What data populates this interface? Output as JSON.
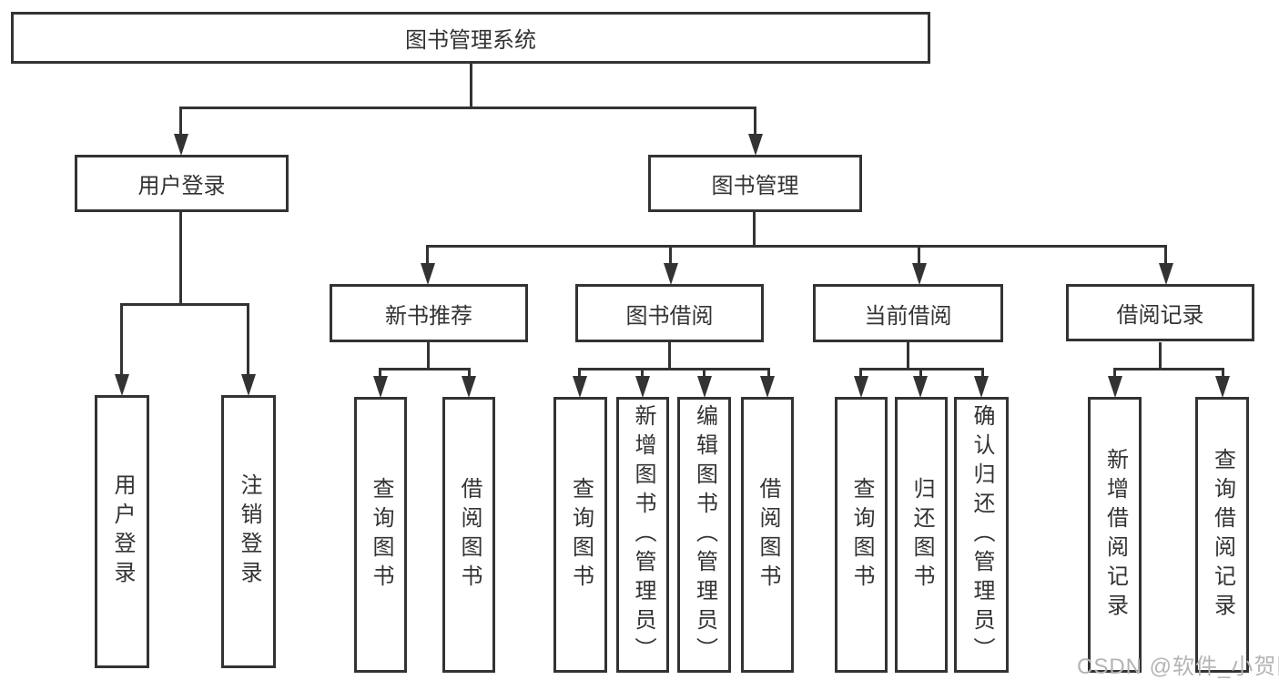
{
  "colors": {
    "line": "#333333",
    "text": "#333333",
    "watermark": "#b4b4b4",
    "background": "#ffffff"
  },
  "watermark": {
    "text": "CSDN @软件_小贺同学"
  },
  "diagram": {
    "type": "hierarchy-tree",
    "root": {
      "label": "图书管理系统"
    },
    "branches": [
      {
        "label": "用户登录",
        "children": [
          {
            "label": "用户登录"
          },
          {
            "label": "注销登录"
          }
        ]
      },
      {
        "label": "图书管理",
        "children": [
          {
            "label": "新书推荐",
            "children": [
              {
                "label": "查询图书"
              },
              {
                "label": "借阅图书"
              }
            ]
          },
          {
            "label": "图书借阅",
            "children": [
              {
                "label": "查询图书"
              },
              {
                "label": "新增图书（管理员）"
              },
              {
                "label": "编辑图书（管理员）"
              },
              {
                "label": "借阅图书"
              }
            ]
          },
          {
            "label": "当前借阅",
            "children": [
              {
                "label": "查询图书"
              },
              {
                "label": "归还图书"
              },
              {
                "label": "确认归还（管理员）"
              }
            ]
          },
          {
            "label": "借阅记录",
            "children": [
              {
                "label": "新增借阅记录"
              },
              {
                "label": "查询借阅记录"
              }
            ]
          }
        ]
      }
    ]
  }
}
